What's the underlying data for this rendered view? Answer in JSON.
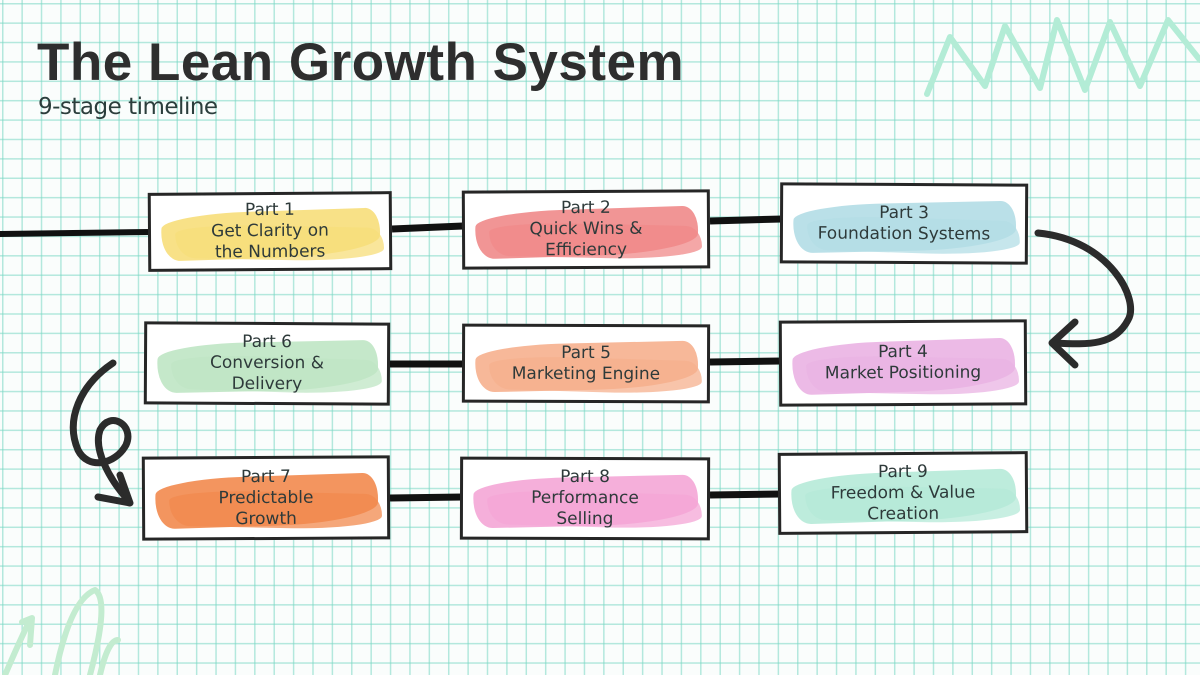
{
  "header": {
    "title": "The Lean Growth System",
    "subtitle": "9-stage timeline"
  },
  "stages": [
    {
      "part": "Part 1",
      "title": "Get Clarity on\nthe Numbers",
      "color": "#f7de7a"
    },
    {
      "part": "Part 2",
      "title": "Quick Wins &\nEfficiency",
      "color": "#f08a8a"
    },
    {
      "part": "Part 3",
      "title": "Foundation Systems",
      "color": "#b3dde6"
    },
    {
      "part": "Part 4",
      "title": "Market Positioning",
      "color": "#eab3e3"
    },
    {
      "part": "Part 5",
      "title": "Marketing Engine",
      "color": "#f6b08e"
    },
    {
      "part": "Part 6",
      "title": "Conversion &\nDelivery",
      "color": "#bfe6c4"
    },
    {
      "part": "Part 7",
      "title": "Predictable\nGrowth",
      "color": "#f2894e"
    },
    {
      "part": "Part 8",
      "title": "Performance\nSelling",
      "color": "#f4a6d6"
    },
    {
      "part": "Part 9",
      "title": "Freedom & Value\nCreation",
      "color": "#b6ead8"
    }
  ],
  "decor": {
    "zigzag_color": "#b3ecd6",
    "swirl_color": "#c3ecd0",
    "line_color": "#1c1c1c"
  }
}
